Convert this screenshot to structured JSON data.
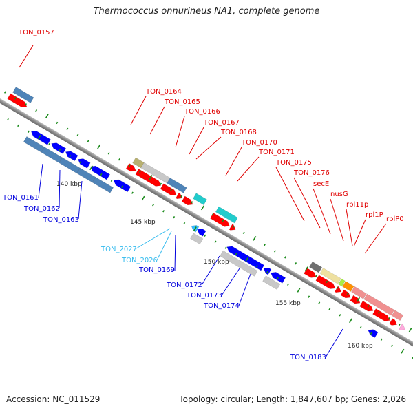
{
  "title": "Thermococcus onnurineus NA1, complete genome",
  "footer": {
    "accession": "Accession: NC_011529",
    "summary": "Topology: circular; Length: 1,847,607 bp; Genes: 2,026"
  },
  "colors": {
    "backbone": "#8c8c8c",
    "cds_forward": "#ff0000",
    "cds_reverse": "#0000ff",
    "tick": "#1a8a1a",
    "label_red": "#e00000",
    "label_blue": "#0000dd",
    "label_cyan": "#33bbee"
  },
  "scale_labels": [
    {
      "text": "140 kbp",
      "kbp": 140
    },
    {
      "text": "145 kbp",
      "kbp": 145
    },
    {
      "text": "150 kbp",
      "kbp": 150
    },
    {
      "text": "155 kbp",
      "kbp": 155
    },
    {
      "text": "160 kbp",
      "kbp": 160
    }
  ],
  "labels_outer": [
    {
      "text": "TON_0157",
      "color": "red"
    },
    {
      "text": "TON_0164",
      "color": "red"
    },
    {
      "text": "TON_0165",
      "color": "red"
    },
    {
      "text": "TON_0166",
      "color": "red"
    },
    {
      "text": "TON_0167",
      "color": "red"
    },
    {
      "text": "TON_0168",
      "color": "red"
    },
    {
      "text": "TON_0170",
      "color": "red"
    },
    {
      "text": "TON_0171",
      "color": "red"
    },
    {
      "text": "TON_0175",
      "color": "red"
    },
    {
      "text": "TON_0176",
      "color": "red"
    },
    {
      "text": "secE",
      "color": "red"
    },
    {
      "text": "nusG",
      "color": "red"
    },
    {
      "text": "rpl11p",
      "color": "red"
    },
    {
      "text": "rpl1P",
      "color": "red"
    },
    {
      "text": "rplP0",
      "color": "red"
    }
  ],
  "labels_inner": [
    {
      "text": "TON_0161",
      "color": "blue"
    },
    {
      "text": "TON_0162",
      "color": "blue"
    },
    {
      "text": "TON_0163",
      "color": "blue"
    },
    {
      "text": "TON_2027",
      "color": "cyan"
    },
    {
      "text": "TON_2026",
      "color": "cyan"
    },
    {
      "text": "TON_0169",
      "color": "blue"
    },
    {
      "text": "TON_0172",
      "color": "blue"
    },
    {
      "text": "TON_0173",
      "color": "blue"
    },
    {
      "text": "TON_0174",
      "color": "blue"
    },
    {
      "text": "TON_0183",
      "color": "blue"
    }
  ]
}
